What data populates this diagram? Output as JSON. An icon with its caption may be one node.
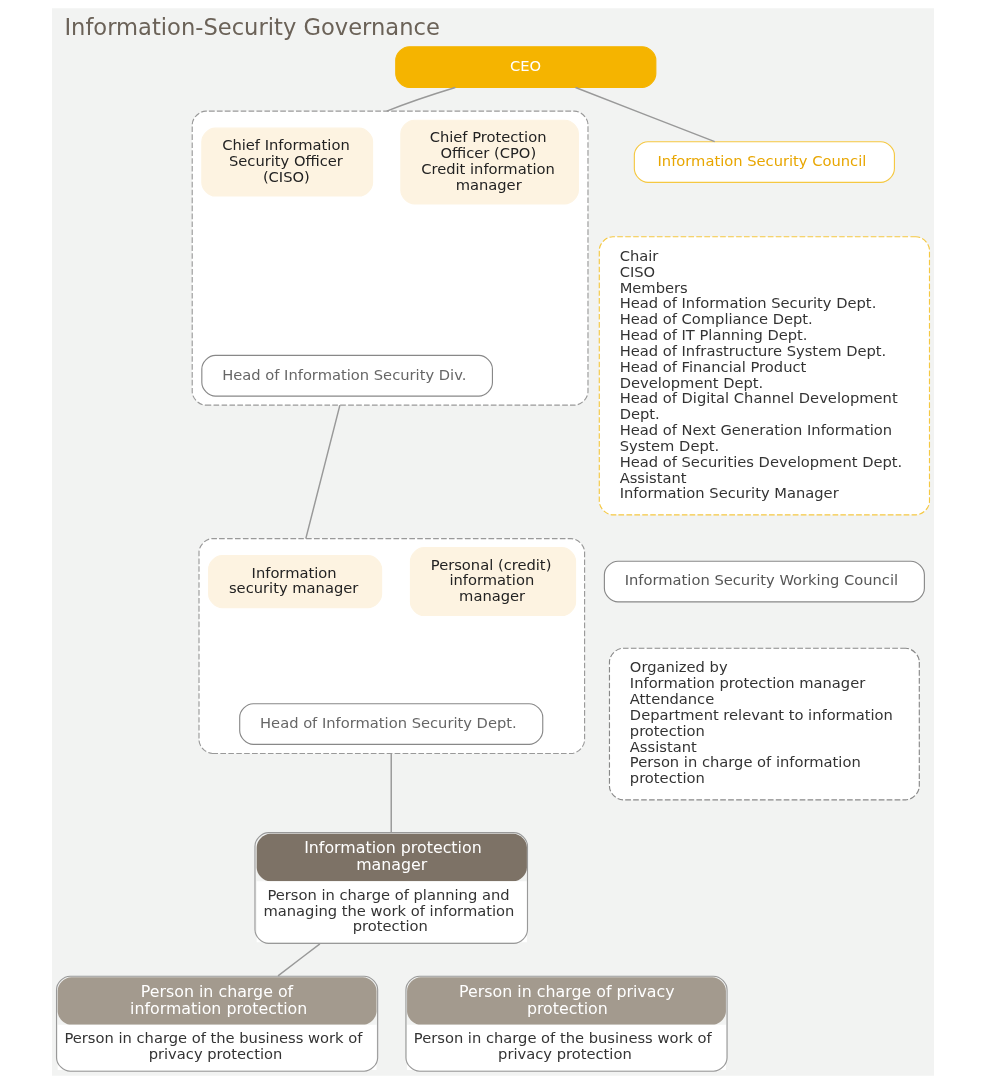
{
  "diagram": {
    "title": "Information-Security Governance",
    "nodes": [
      {
        "text": [
          "CEO"
        ]
      },
      {
        "text": [
          "Information Security Council"
        ]
      },
      {
        "text": [
          "Chair",
          "CISO",
          "Members",
          "Head of Information Security Dept.",
          "Head of Compliance Dept.",
          "Head of IT Planning Dept.",
          "Head of Infrastructure System Dept.",
          "Head of Financial Product Development Dept.",
          "Head of Digital Channel Development Dept.",
          "Head of Next Generation Information System Dept.",
          "Head of Securities Development Dept.",
          "Assistant",
          "Information Security Manager"
        ]
      },
      {
        "text": [
          "Information Security Working Council"
        ]
      },
      {
        "text": [
          "Organized by",
          "Information protection manager",
          "Attendance",
          "Department relevant to information protection",
          "Assistant",
          "Person in charge of information protection"
        ]
      },
      {
        "text": [],
        "shape": "box"
      },
      {
        "text": [
          "Chief Information Security Officer (CISO)"
        ],
        "in": 5
      },
      {
        "text": [
          "Chief Protection Officer (CPO) Credit information manager"
        ],
        "in": 5
      },
      {
        "text": [
          "Head of Information Security Div."
        ],
        "in": 5
      },
      {
        "text": [],
        "shape": "box"
      },
      {
        "text": [
          "Information security manager"
        ],
        "in": 9
      },
      {
        "text": [
          "Personal (credit) information manager"
        ],
        "in": 9
      },
      {
        "text": [
          "Head of Information Security Dept."
        ],
        "in": 9
      },
      {
        "text": [
          "Information protection manager",
          "Person in charge of planning and managing the work of information protection"
        ]
      },
      {
        "text": [
          "Person in charge of information protection",
          "Person in charge of the business work of privacy protection"
        ]
      },
      {
        "text": [
          "Person in charge of privacy protection",
          "Person in charge of the business work of privacy protection"
        ]
      }
    ],
    "edges": [
      {
        "from": 0,
        "to": 1,
        "arrow": "none"
      },
      {
        "from": 0,
        "to": 5,
        "arrow": "none"
      },
      {
        "from": 5,
        "to": 9,
        "arrow": "none"
      },
      {
        "from": 9,
        "to": 13,
        "arrow": "none"
      },
      {
        "from": 13,
        "to": 14,
        "arrow": "none"
      }
    ]
  }
}
